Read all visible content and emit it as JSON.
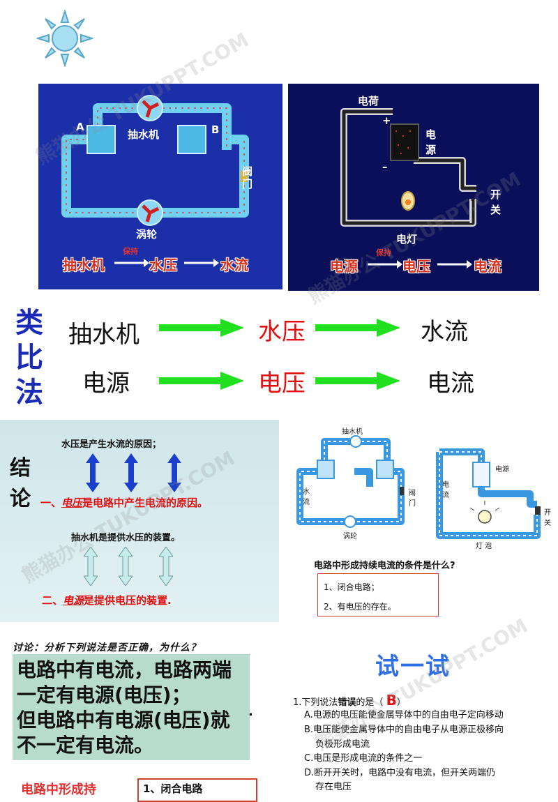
{
  "top_left_diagram": {
    "label_a": "A",
    "label_b": "B",
    "pump_label": "抽水机",
    "valve_label": "阀\n门",
    "turbine_label": "涡轮",
    "chain": {
      "from": "抽水机",
      "over": "保持",
      "mid": "水压",
      "to": "水流"
    }
  },
  "top_right_diagram": {
    "charge_label": "电荷",
    "plus": "+",
    "minus": "–",
    "source_label": "电\n源",
    "switch_label": "开\n关",
    "lamp_label": "电灯",
    "chain": {
      "from": "电源",
      "over": "保持",
      "mid": "电压",
      "to": "电流"
    }
  },
  "analogy": {
    "method": [
      "类",
      "比",
      "法"
    ],
    "row1": [
      "抽水机",
      "水压",
      "水流"
    ],
    "row2": [
      "电源",
      "电压",
      "电流"
    ]
  },
  "conclusion": {
    "title": [
      "结",
      "论"
    ],
    "line1": "水压是产生水流的原因；",
    "line2_prefix": "一、",
    "line2_key": "电压",
    "line2_rest": "是电路中产生电流的原因。",
    "line3": "抽水机是提供水压的装置。",
    "line4_prefix": "二、",
    "line4_key": "电源",
    "line4_rest": "是提供电压的装置",
    "line4_end": "."
  },
  "mid_right": {
    "pump": "抽水机",
    "water_flow": "水\n流",
    "valve": "阀\n门",
    "turbine": "涡轮",
    "source": "电源",
    "current": "电\n流",
    "switch": "开\n关",
    "bulb": "灯 泡",
    "question": "电路中形成持续电流的条件是什么?",
    "answers": [
      "1、闭合电路；",
      "2、有电压的存在。"
    ]
  },
  "discussion": {
    "prompt": "讨论：分析下列说法是否正确，为什么？",
    "statement": [
      "电路中有电流，电路两端",
      "一定有电源(电压)；",
      "但电路中有电源(电压)就",
      "不一定有电流。"
    ],
    "dot": "."
  },
  "bottom_left_cut": {
    "left": "电路中形成持",
    "box": "1、闭合电路"
  },
  "try": {
    "title": "试一试",
    "question_prefix": "1.下列说法",
    "question_key": "错误",
    "question_suffix": "的是（",
    "answer": "B",
    "question_close": "）",
    "options": [
      "A.电源的电压能使金属导体中的自由电子定向移动",
      "B.电压能使金属导体中的自由电子从电源正极移向",
      "负极形成电流",
      "C.电压是形成电流的条件之一",
      "D.断开开关时，电路中没有电流，但开关两端仍",
      "存在电压"
    ]
  },
  "watermark": "熊猫办公 TUKUPPT.COM",
  "colors": {
    "arrow_green": "#20e020",
    "red": "#e01010",
    "blue": "#1a2bb8",
    "pipe_blue": "#2aa0d8"
  }
}
